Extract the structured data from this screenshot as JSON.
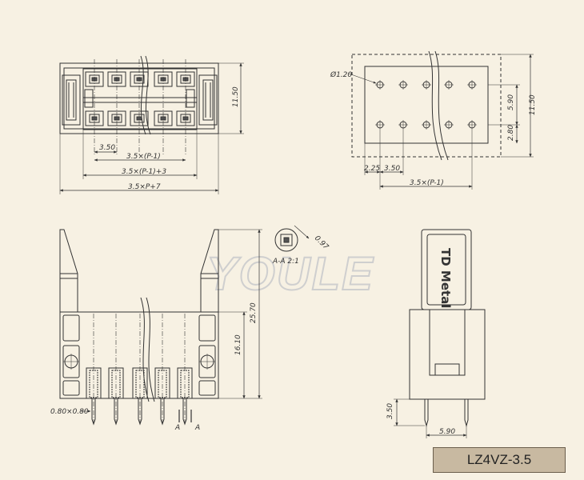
{
  "watermark": "YOULE",
  "part_number": "LZ4VZ-3.5",
  "logo_text": "TD Metal",
  "colors": {
    "background": "#f7f1e3",
    "line": "#333333",
    "title_box": "#c8b9a1"
  },
  "top_view": {
    "dims": {
      "pitch": "3.50",
      "span_p1": "3.5×(P-1)",
      "span_p1_3": "3.5×(P-1)+3",
      "overall": "3.5×P+7",
      "height": "11.50"
    }
  },
  "pcb_layout": {
    "dims": {
      "hole": "Ø1.20",
      "row_spacing": "5.90",
      "height": "11.50",
      "edge": "2.80",
      "offset": "2.25",
      "pitch": "3.50",
      "span_p1": "3.5×(P-1)"
    }
  },
  "front_view": {
    "dims": {
      "height": "25.70",
      "body": "16.10",
      "pin_section": "0.80×0.80",
      "section_a": "A",
      "section_b": "A"
    }
  },
  "detail": {
    "label": "A-A 2:1",
    "size": "0.97"
  },
  "side_view": {
    "dims": {
      "pin_length": "3.50",
      "width": "5.90"
    }
  }
}
